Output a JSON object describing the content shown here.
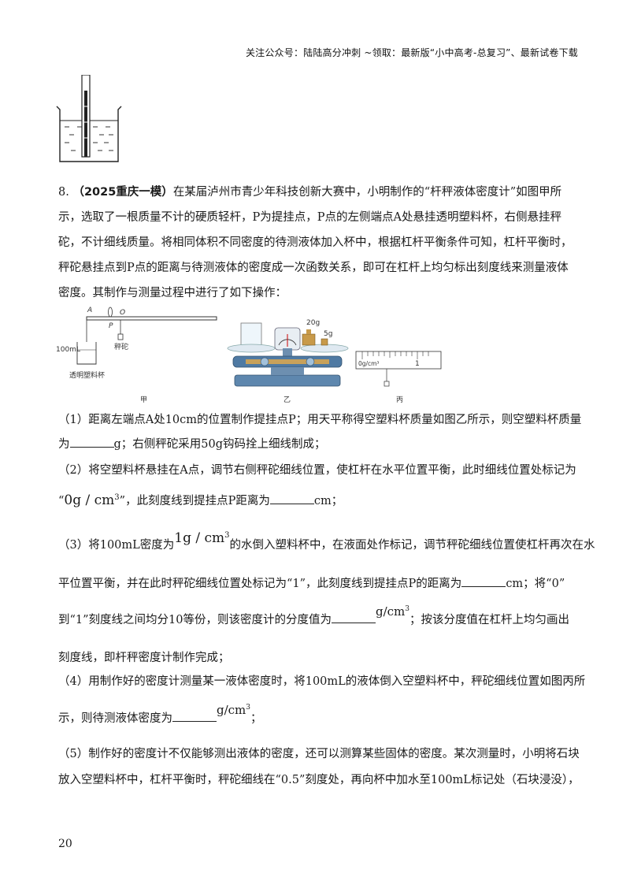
{
  "header": "关注公众号：陆陆高分冲刺 ~领取：最新版“小中高考-总复习”、最新试卷下载",
  "question": {
    "number": "8.",
    "tag": "（2025重庆一模）",
    "stem": "在某届泸州市青少年科技创新大赛中，小明制作的“杆秤液体密度计”如图甲所示，选取了一根质量不计的硬质轻杆，P为提挂点，P点的左侧端点A处悬挂透明塑料杯，右侧悬挂秤砣，不计细线质量。将相同体积不同密度的待测液体加入杯中，根据杠杆平衡条件可知，杠杆平衡时，秤砣悬挂点到P点的距离与待测液体的密度成一次函数关系，即可在杠杆上均匀标出刻度线来测量液体密度。其制作与测量过程中进行了如下操作："
  },
  "figures": {
    "jia": {
      "label": "甲",
      "point_a": "A",
      "point_o": "O",
      "point_p": "P",
      "cup_label": "透明塑料杯",
      "volume_label": "100mL",
      "weight_label": "秤砣"
    },
    "yi": {
      "label": "乙",
      "weight1": "20g",
      "weight2": "5g"
    },
    "bing": {
      "label": "丙",
      "scale_zero": "0g/cm³",
      "scale_one": "1"
    }
  },
  "parts": {
    "p1a": "（1）距离左端点A处10cm的位置制作提挂点P；用天平称得空塑料杯质量如图乙所示，则空塑料杯质量",
    "p1b_pre": "为",
    "p1b_post": "g；右侧秤砣采用50g钩码拴上细线制成；",
    "p2a": "（2）将空塑料杯悬挂在A点，调节右侧秤砣细线位置，使杠杆在水平位置平衡，此时细线位置处标记为",
    "p2b_open": "“",
    "p2b_math": "0g / cm",
    "p2b_close": "”",
    "p2b_post": "，此刻度线到提挂点P距离为",
    "p2b_unit": "cm；",
    "p3a_pre": "（3）将100mL密度为",
    "p3a_math": "1g / cm",
    "p3a_post": "的水倒入塑料杯中，在液面处作标记，调节秤砣细线位置使杠杆再次在水",
    "p3b_pre": "平位置平衡，并在此时秤砣细线位置处标记为“1”，此刻度线到提挂点P的距离为",
    "p3b_post": "cm；将“0”",
    "p3c_pre": "到“1”刻度线之间均分10等份，则该密度计的分度值为",
    "p3c_math": "g/cm",
    "p3c_post": "；按该分度值在杠杆上均匀画出",
    "p3d": "刻度线，即杆秤密度计制作完成；",
    "p4a": "（4）用制作好的密度计测量某一液体密度时，将100mL的液体倒入空塑料杯中，秤砣细线位置如图丙所",
    "p4b_pre": "示，则待测液体密度为",
    "p4b_math": "g/cm",
    "p4b_post": "；",
    "p5a": "（5）制作好的密度计不仅能够测出液体的密度，还可以测算某些固体的密度。某次测量时，小明将石块",
    "p5b": "放入空塑料杯中，杠杆平衡时，秤砣细线在“0.5”刻度处，再向杯中加水至100mL标记处（石块浸没），",
    "cube": "3"
  },
  "page_number": "20"
}
